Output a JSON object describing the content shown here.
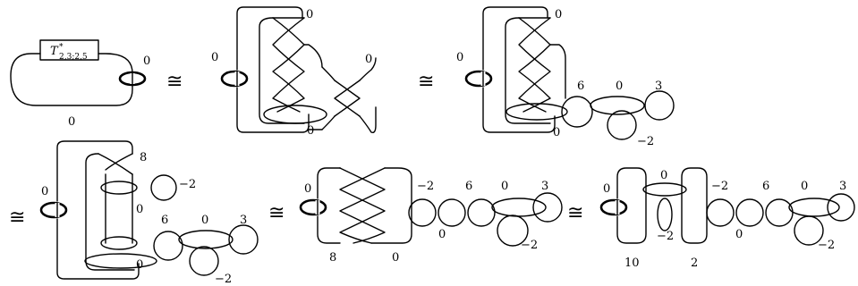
{
  "relation_symbol": "≅",
  "box_label": {
    "main": "T",
    "sup": "*",
    "sub": "2,3;2,5"
  },
  "labels": {
    "d1": [
      "0",
      "0"
    ],
    "d2": [
      "0",
      "0",
      "0",
      "0"
    ],
    "d3": [
      "0",
      "0",
      "0",
      "6",
      "0",
      "3",
      "−2"
    ],
    "d4": [
      "0",
      "8",
      "−2",
      "0",
      "6",
      "0",
      "3",
      "0",
      "−2"
    ],
    "d5": [
      "0",
      "−2",
      "6",
      "0",
      "3",
      "0",
      "−2",
      "8",
      "0"
    ],
    "d6": [
      "0",
      "0",
      "−2",
      "−2",
      "6",
      "0",
      "3",
      "0",
      "−2",
      "10",
      "2"
    ]
  }
}
